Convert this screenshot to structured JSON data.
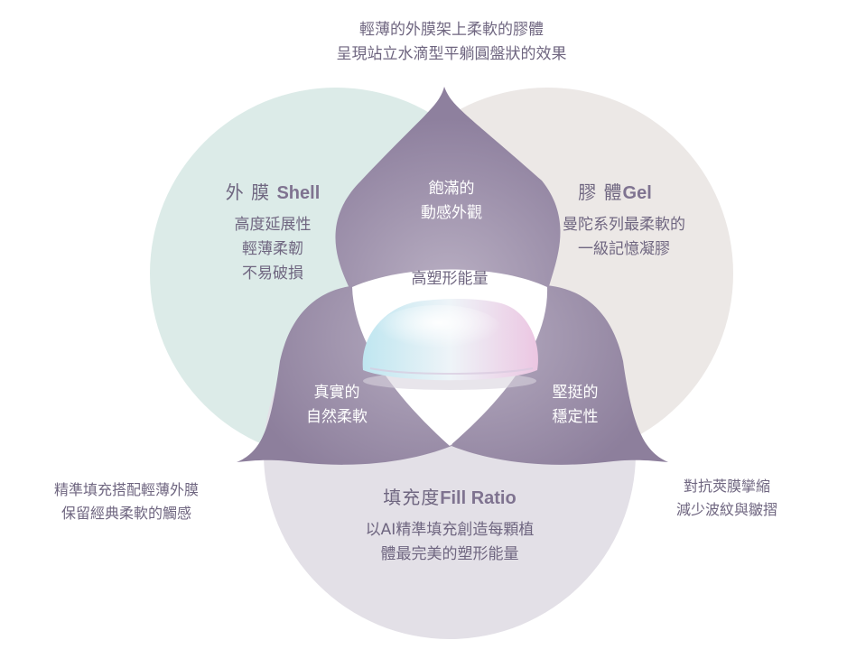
{
  "top_note": {
    "line1": "輕薄的外膜架上柔軟的膠體",
    "line2": "呈現站立水滴型平躺圓盤狀的效果"
  },
  "shell": {
    "title_cn": "外 膜",
    "title_en": "Shell",
    "lines": [
      "高度延展性",
      "輕薄柔韌",
      "不易破損"
    ]
  },
  "gel": {
    "title_cn": "膠 體",
    "title_en": "Gel",
    "lines": [
      "曼陀系列最柔軟的",
      "一級記憶凝膠"
    ]
  },
  "fill": {
    "title_cn": "填充度",
    "title_en": "Fill Ratio",
    "lines": [
      "以AI精準填充創造每顆植",
      "體最完美的塑形能量"
    ]
  },
  "overlaps": {
    "top": {
      "line1": "飽滿的",
      "line2": "動感外觀"
    },
    "left": {
      "line1": "真實的",
      "line2": "自然柔軟"
    },
    "right": {
      "line1": "堅挺的",
      "line2": "穩定性"
    }
  },
  "center": {
    "label": "高塑形能量"
  },
  "left_note": {
    "line1": "精準填充搭配輕薄外膜",
    "line2": "保留經典柔軟的觸感"
  },
  "right_note": {
    "line1": "對抗莢膜攣縮",
    "line2": "減少波紋與皺摺"
  },
  "colors": {
    "shell_circle": "#dcebe8",
    "gel_circle": "#ece8e6",
    "fill_circle": "#e3e0e7",
    "overlap": "#978aa5",
    "text": "#7b6e86"
  },
  "icons": {
    "center": "breast-implant-image"
  }
}
